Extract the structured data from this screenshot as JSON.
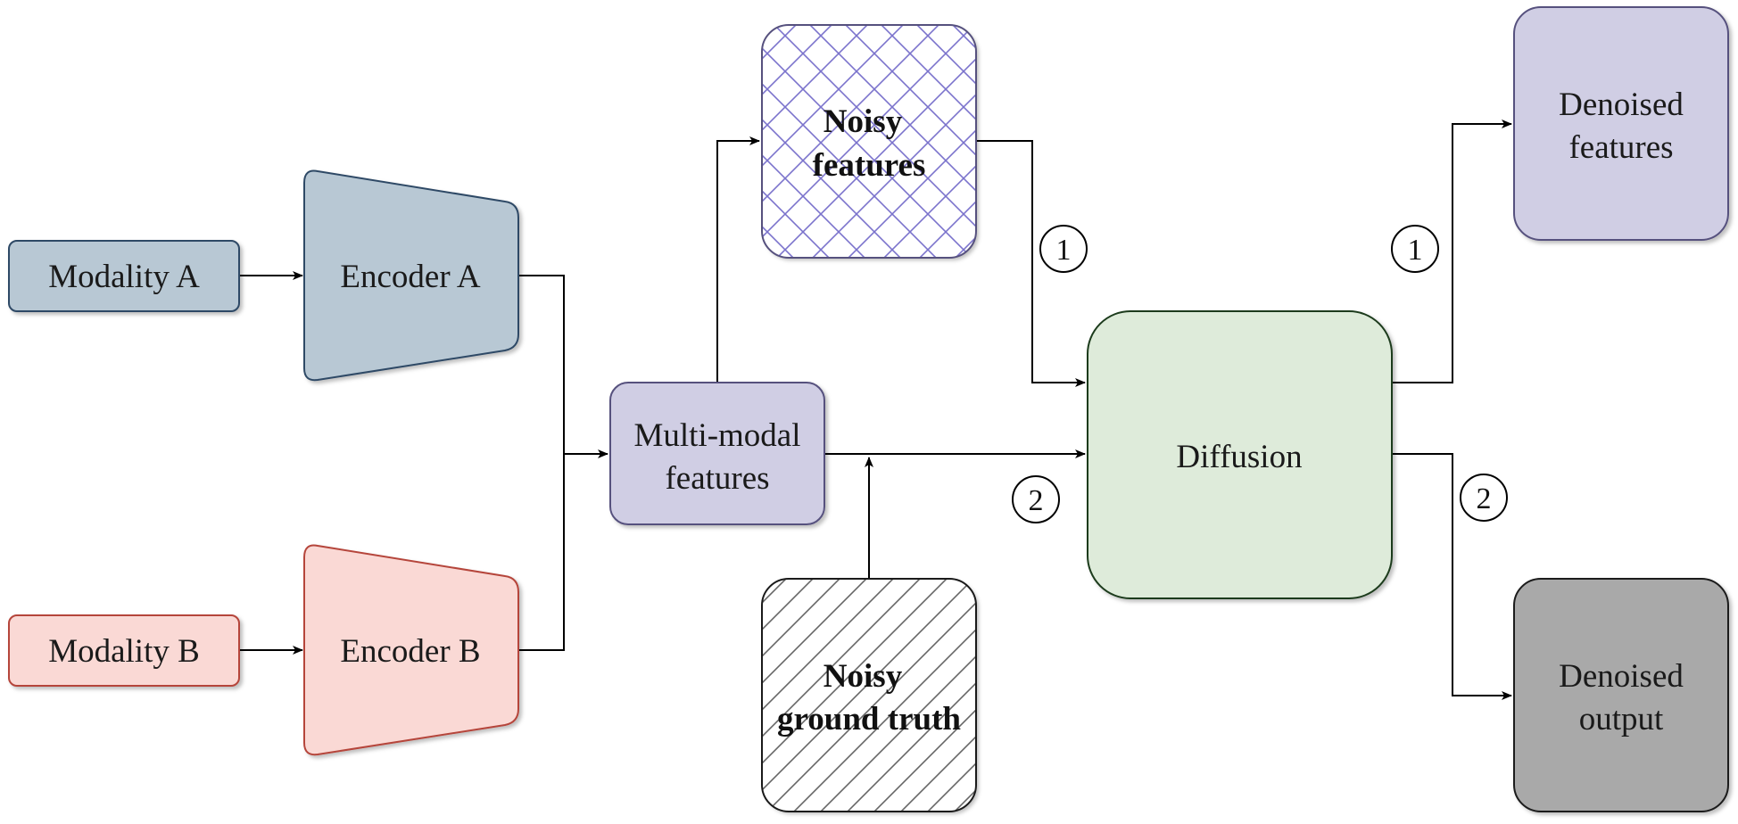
{
  "colors": {
    "modality_a": "#b8c8d4",
    "modality_a_stroke": "#2f4a66",
    "modality_b": "#fad9d5",
    "modality_b_stroke": "#b5453a",
    "features": "#d0cee4",
    "features_stroke": "#56517e",
    "diffusion": "#deebda",
    "diffusion_stroke": "#1a3a1a",
    "denoised_output": "#a9a9a9",
    "hatch_noisy_features": "#7b73cc",
    "hatch_ground_truth": "#666666",
    "edge": "#000000"
  },
  "nodes": {
    "modality_a": {
      "label": "Modality A"
    },
    "encoder_a": {
      "label": "Encoder A"
    },
    "modality_b": {
      "label": "Modality B"
    },
    "encoder_b": {
      "label": "Encoder B"
    },
    "multimodal": {
      "lines": [
        "Multi-modal",
        "features"
      ]
    },
    "noisy_features": {
      "lines": [
        "Noisy",
        "features"
      ]
    },
    "noisy_gt": {
      "lines": [
        "Noisy",
        "ground truth"
      ]
    },
    "diffusion": {
      "label": "Diffusion"
    },
    "denoised_features": {
      "lines": [
        "Denoised",
        "features"
      ]
    },
    "denoised_output": {
      "lines": [
        "Denoised",
        "output"
      ]
    }
  },
  "steps": {
    "in_1": "1",
    "in_2": "2",
    "out_1": "1",
    "out_2": "2"
  }
}
